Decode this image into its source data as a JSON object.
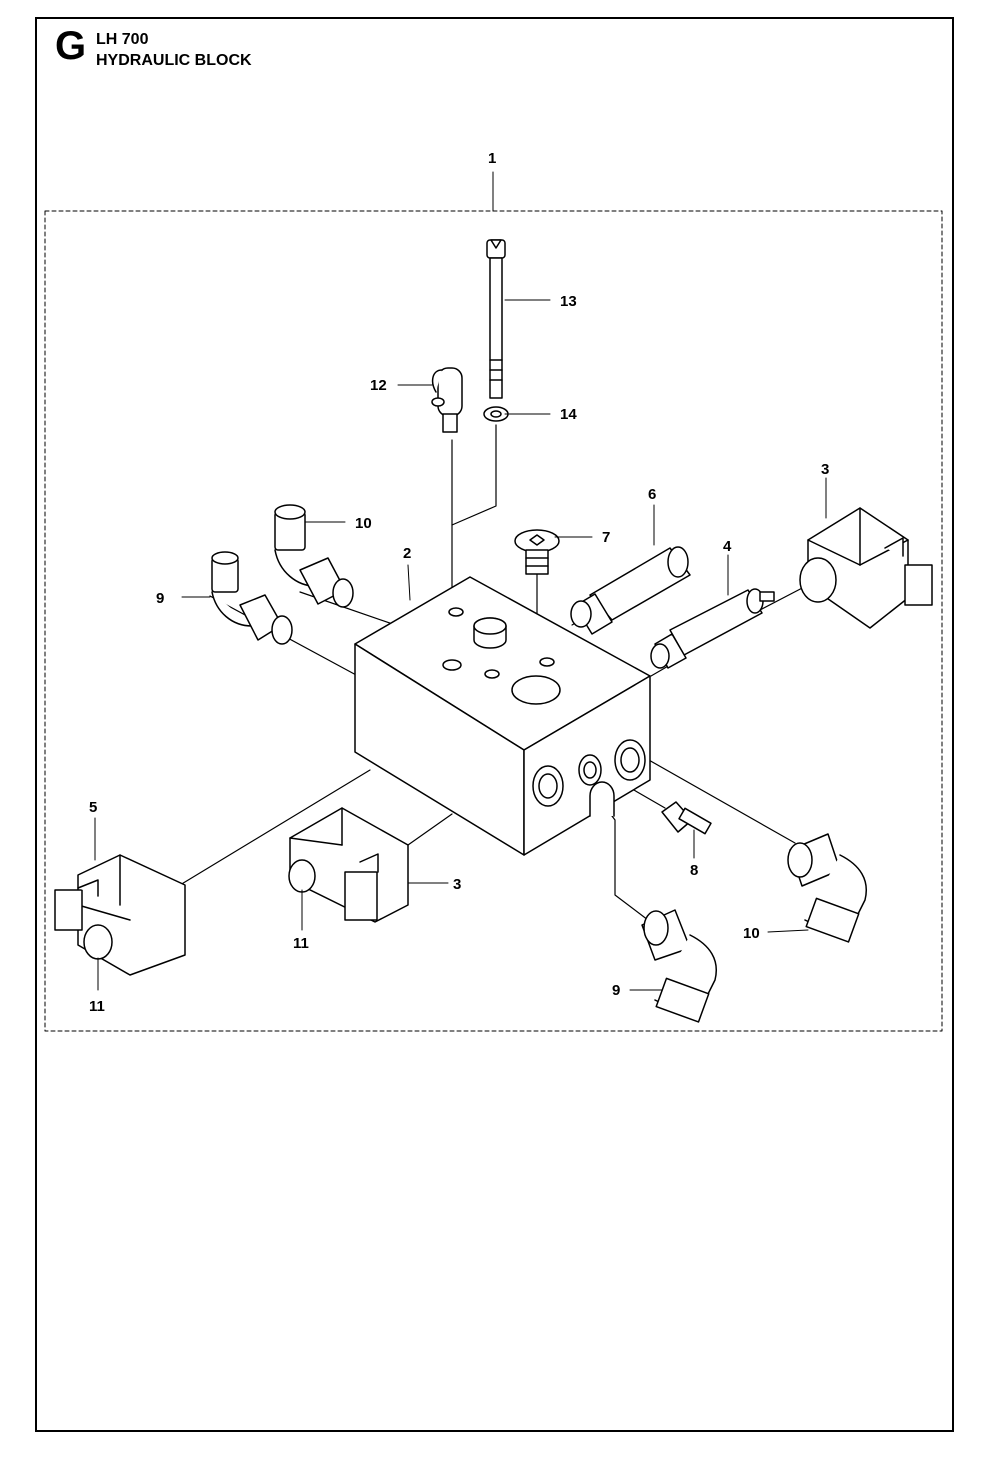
{
  "header": {
    "section_letter": "G",
    "model": "LH 700",
    "title": "HYDRAULIC BLOCK"
  },
  "callouts": {
    "c1": "1",
    "c2": "2",
    "c3a": "3",
    "c3b": "3",
    "c4": "4",
    "c5": "5",
    "c6": "6",
    "c7": "7",
    "c8": "8",
    "c9a": "9",
    "c9b": "9",
    "c10a": "10",
    "c10b": "10",
    "c11a": "11",
    "c11b": "11",
    "c12": "12",
    "c13": "13",
    "c14": "14"
  }
}
